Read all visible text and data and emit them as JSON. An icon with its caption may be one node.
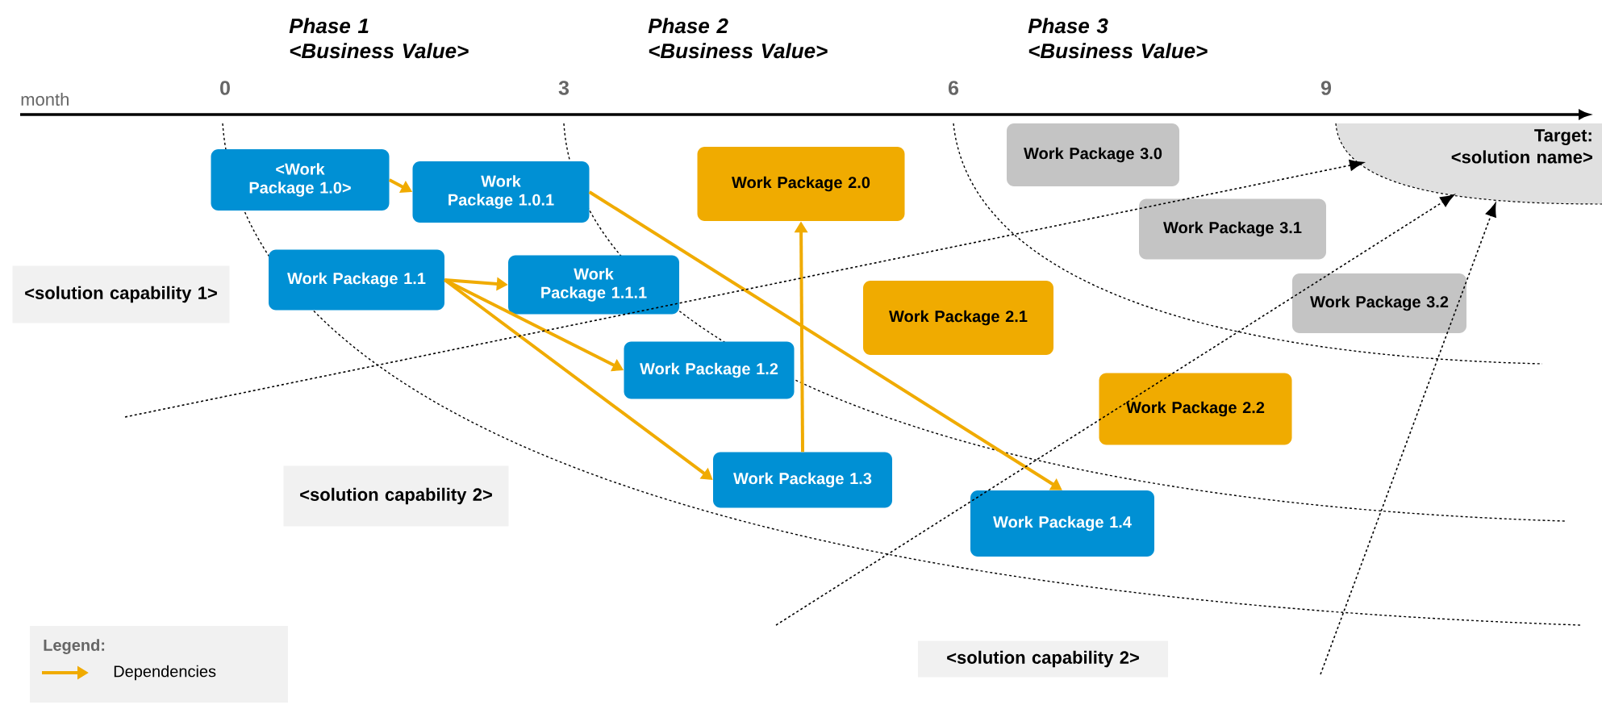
{
  "diagram": {
    "nodes": [
      {
        "text": [
          "<Work Package 1.0>"
        ]
      },
      {
        "text": [
          "Work Package 1.0.1"
        ]
      },
      {
        "text": [
          "Work Package 2.0"
        ]
      },
      {
        "text": [
          "Work Package 3.0"
        ]
      },
      {
        "text": [
          "Target: <solution name>"
        ]
      },
      {
        "text": [
          "Work Package 3.1"
        ]
      },
      {
        "text": [
          "<solution capability 1>"
        ]
      },
      {
        "text": [
          "Work Package 1.1"
        ]
      },
      {
        "text": [
          "Work Package 1.1.1"
        ]
      },
      {
        "text": [
          "Work Package 2.1"
        ]
      },
      {
        "text": [
          "Work Package 3.2"
        ]
      },
      {
        "text": [
          "Work Package 1.2"
        ]
      },
      {
        "text": [
          "Work Package 2.2"
        ]
      },
      {
        "text": [
          "Work Package 1.3"
        ]
      },
      {
        "text": [
          "<solution capability 2>"
        ]
      },
      {
        "text": [
          "Work Package 1.4"
        ]
      },
      {
        "text": [
          "<solution capability 2>"
        ]
      }
    ],
    "edges": [
      {
        "from": 0,
        "to": 1,
        "arrow": "to"
      },
      {
        "from": 7,
        "to": 8,
        "arrow": "to"
      },
      {
        "from": 7,
        "to": 11,
        "arrow": "to"
      },
      {
        "from": 7,
        "to": 13,
        "arrow": "to"
      },
      {
        "from": 1,
        "to": 15,
        "arrow": "to"
      },
      {
        "from": 13,
        "to": 2,
        "arrow": "to"
      },
      {
        "from": null,
        "to": 4,
        "arrow": "to",
        "style": "dashed",
        "color": "#000000"
      },
      {
        "from": null,
        "to": 4,
        "arrow": "to",
        "style": "dashed",
        "color": "#000000"
      },
      {
        "from": null,
        "to": 4,
        "arrow": "to",
        "style": "dashed",
        "color": "#000000"
      }
    ],
    "labels": [
      "Phase 1 <Business Value>",
      "Phase 2 <Business Value>",
      "Phase 3 <Business Value>",
      "month",
      "0",
      "3",
      "6",
      "9",
      "Legend:"
    ],
    "legend": [
      {
        "text": "Dependencies"
      }
    ]
  }
}
